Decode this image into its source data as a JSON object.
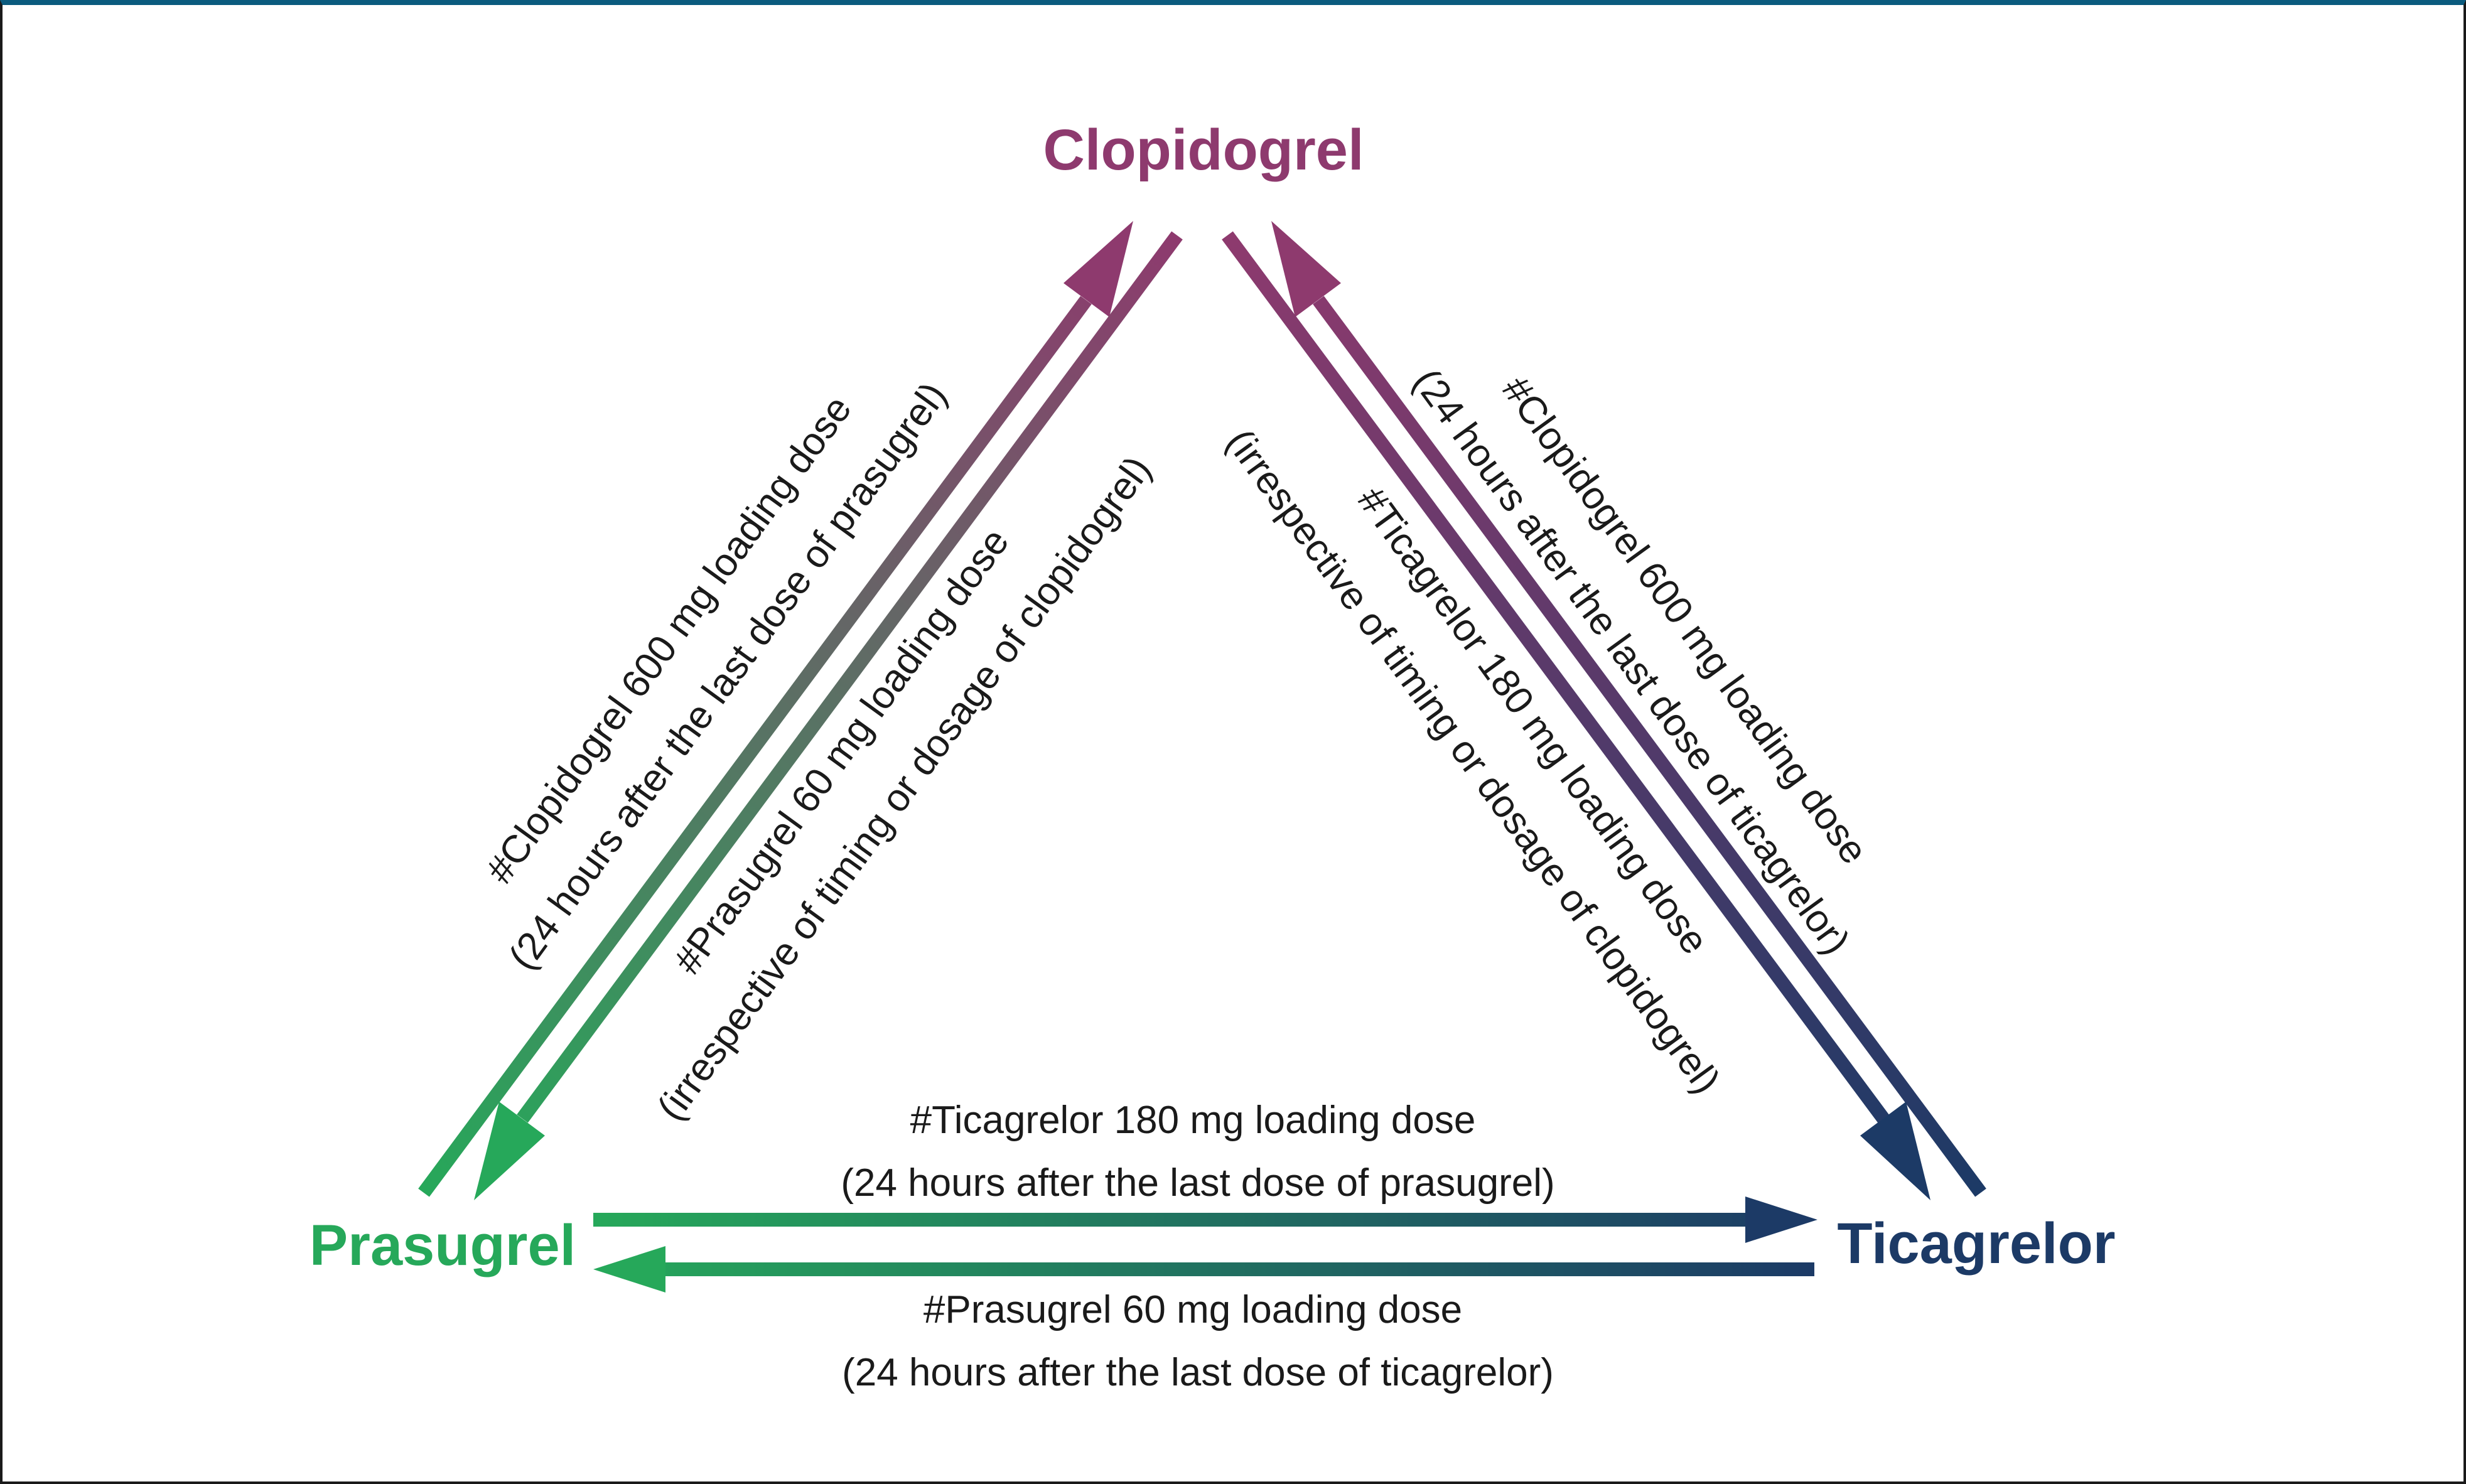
{
  "colors": {
    "clopidogrel": "#8e3a6e",
    "prasugrel": "#26a85a",
    "ticagrelor": "#1c3a66",
    "frame_top": "#0b5b7e"
  },
  "nodes": {
    "clopidogrel": "Clopidogrel",
    "prasugrel": "Prasugrel",
    "ticagrelor": "Ticagrelor"
  },
  "transitions": {
    "prasugrel_to_clopidogrel": {
      "line1": "#Clopidogrel 600 mg loading dose",
      "line2": "(24 hours after the last dose of prasugrel)"
    },
    "clopidogrel_to_prasugrel": {
      "line1": "#Prasugrel 60 mg loading dose",
      "line2": "(irrespective of timing or dosage of clopidogrel)"
    },
    "ticagrelor_to_clopidogrel": {
      "line1": "#Clopidogrel 600 mg loading dose",
      "line2": "(24 hours after the last dose of ticagrelor)"
    },
    "clopidogrel_to_ticagrelor": {
      "line1": "#Ticagrelor 180 mg loading dose",
      "line2": "(irrespective of timing or dosage of clopidogrel)"
    },
    "prasugrel_to_ticagrelor": {
      "line1": "#Ticagrelor 180 mg loading dose",
      "line2": "(24 hours after the last dose of prasugrel)"
    },
    "ticagrelor_to_prasugrel": {
      "line1": "#Prasugrel 60 mg loading dose",
      "line2": "(24 hours after the last dose of ticagrelor)"
    }
  }
}
